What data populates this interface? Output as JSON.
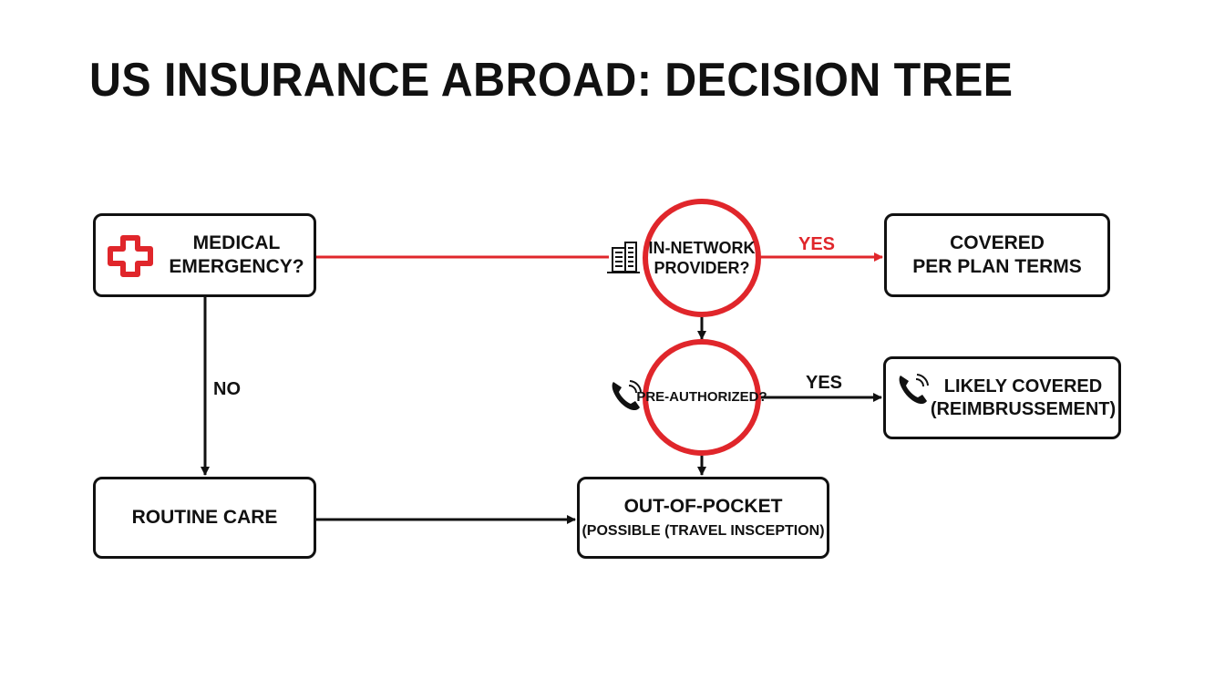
{
  "title": "US INSURANCE ABROAD: DECISION TREE",
  "colors": {
    "accent": "#e0262b",
    "ink": "#111111",
    "background": "#ffffff"
  },
  "nodes": {
    "medical_emergency": {
      "line1": "MEDICAL",
      "line2": "EMERGENCY?",
      "icon": "medical-cross-icon"
    },
    "in_network": {
      "line1": "IN-NETWORK",
      "line2": "PROVIDER?",
      "icon": "building-icon"
    },
    "covered": {
      "line1": "COVERED",
      "line2": "PER PLAN TERMS"
    },
    "pre_authorized": {
      "line1": "PRE-AUTHORIZED?",
      "icon": "phone-icon"
    },
    "likely_covered": {
      "line1": "LIKELY COVERED",
      "line2": "(REIMBRUSSEMENT)",
      "icon": "phone-icon"
    },
    "routine_care": {
      "line1": "ROUTINE CARE"
    },
    "out_of_pocket": {
      "line1": "OUT-OF-POCKET",
      "line2": "(POSSIBLE (TRAVEL INSCEPTION)"
    }
  },
  "edge_labels": {
    "yes_in_network": "YES",
    "yes_pre_authorized": "YES",
    "no_emergency": "NO"
  }
}
